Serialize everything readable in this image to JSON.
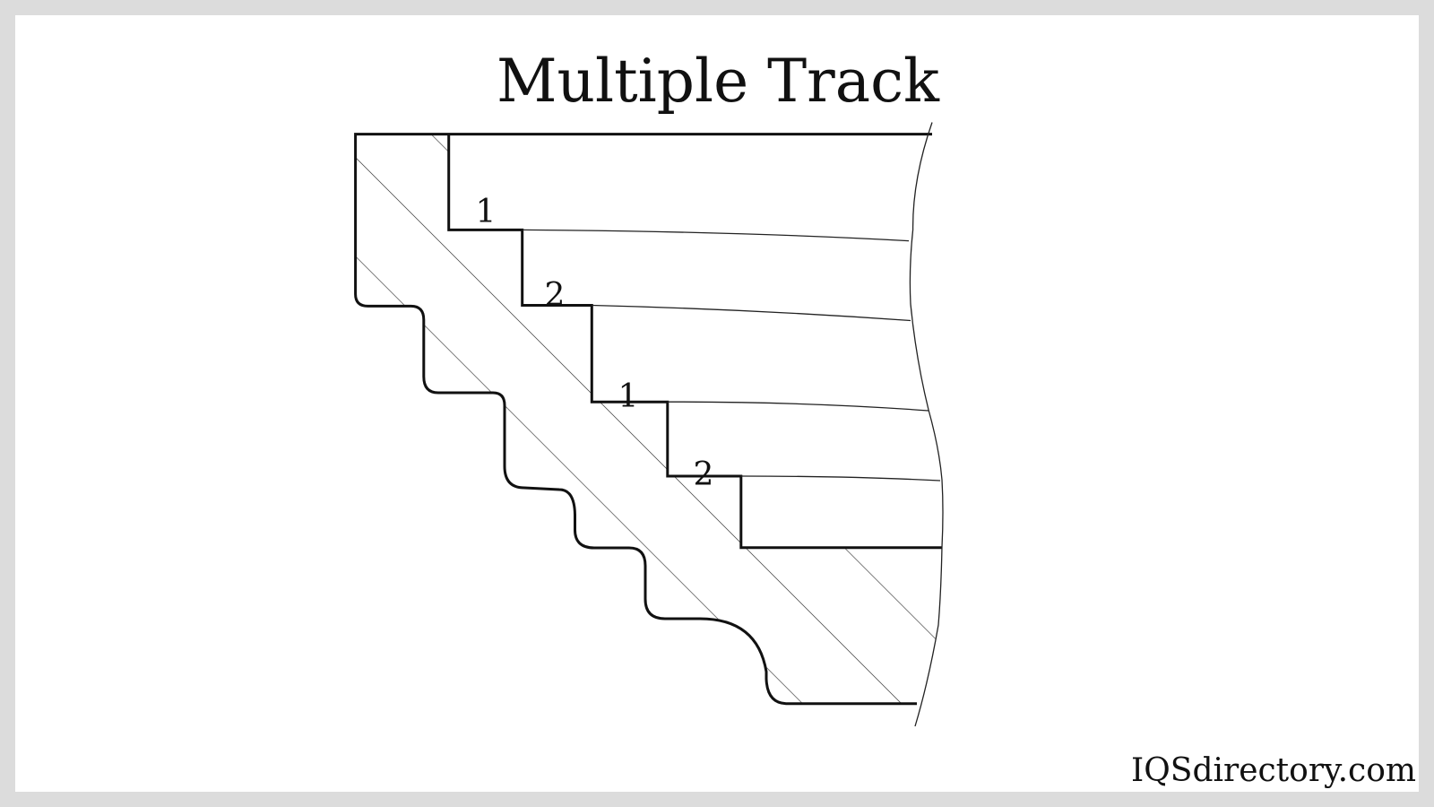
{
  "title": "Multiple Track",
  "track_labels": [
    "1",
    "2",
    "1",
    "2"
  ],
  "watermark": "IQSdirectory.com",
  "colors": {
    "background": "#ffffff",
    "frame": "#dcdcdc",
    "stroke": "#111111"
  }
}
